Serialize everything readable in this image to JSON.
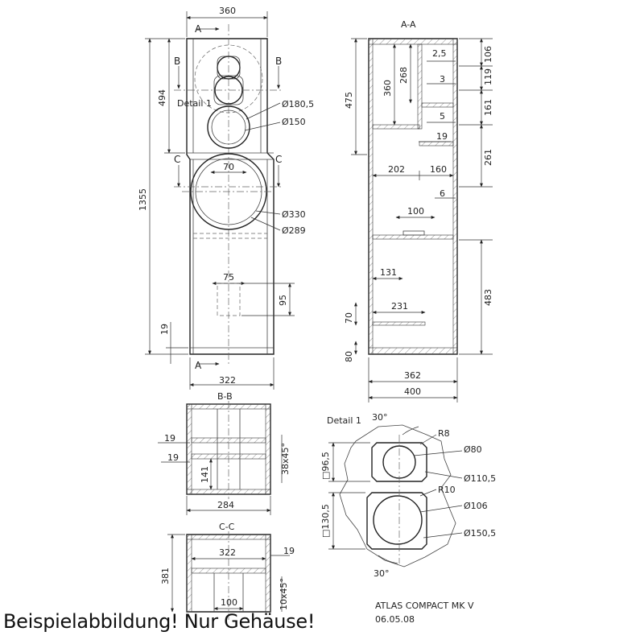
{
  "caption": "Beispielabbildung! Nur Gehäuse!",
  "title_block": {
    "name": "ATLAS COMPACT MK V",
    "date": "06.05.08"
  },
  "front_view": {
    "width_top": "360",
    "width_bottom": "322",
    "height_total": "1355",
    "height_upper": "494",
    "foot": "19",
    "section_a": "A",
    "section_b": "B",
    "section_c": "C",
    "detail_label": "Detail 1",
    "d_180_5": "Ø180,5",
    "d_150": "Ø150",
    "d_330": "Ø330",
    "d_289": "Ø289",
    "dim_70": "70",
    "dim_75": "75",
    "dim_95": "95"
  },
  "section_aa": {
    "title": "A-A",
    "h_475": "475",
    "h_360": "360",
    "h_268": "268",
    "d_2_5": "2,5",
    "d_3": "3",
    "d_5": "5",
    "d_19": "19",
    "d_6": "6",
    "r_106": "106",
    "r_119": "119",
    "r_161": "161",
    "r_261": "261",
    "r_483": "483",
    "w_202": "202",
    "w_160": "160",
    "w_100": "100",
    "w_131": "131",
    "w_231": "231",
    "h_70": "70",
    "h_80": "80",
    "w_362": "362",
    "w_400": "400"
  },
  "section_bb": {
    "title": "B-B",
    "d_19a": "19",
    "d_19b": "19",
    "d_141": "141",
    "chamfer": "38x45°",
    "w_284": "284"
  },
  "section_cc": {
    "title": "C-C",
    "w_322": "322",
    "d_19": "19",
    "h_381": "381",
    "chamfer": "10x45°",
    "w_100": "100"
  },
  "detail_1": {
    "title": "Detail 1",
    "angle_top": "30°",
    "angle_bottom": "30°",
    "r8": "R8",
    "r10": "R10",
    "d80": "Ø80",
    "d110_5": "Ø110,5",
    "d106": "Ø106",
    "d150_5": "Ø150,5",
    "sq96_5": "□96,5",
    "sq130_5": "□130,5"
  }
}
